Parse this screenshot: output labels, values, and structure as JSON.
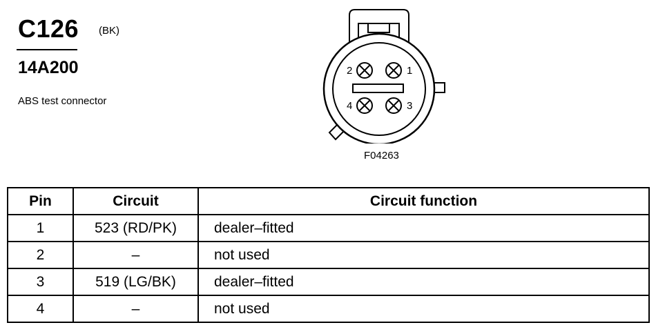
{
  "connector": {
    "id": "C126",
    "color_code": "(BK)",
    "part_number": "14A200",
    "description": "ABS test connector"
  },
  "diagram": {
    "figure_code": "F04263",
    "pin_labels": [
      "1",
      "2",
      "3",
      "4"
    ]
  },
  "table": {
    "headers": [
      "Pin",
      "Circuit",
      "Circuit function"
    ],
    "rows": [
      {
        "pin": "1",
        "circuit": "523 (RD/PK)",
        "function": "dealer–fitted"
      },
      {
        "pin": "2",
        "circuit": "–",
        "function": "not used"
      },
      {
        "pin": "3",
        "circuit": "519 (LG/BK)",
        "function": "dealer–fitted"
      },
      {
        "pin": "4",
        "circuit": "–",
        "function": "not used"
      }
    ]
  }
}
